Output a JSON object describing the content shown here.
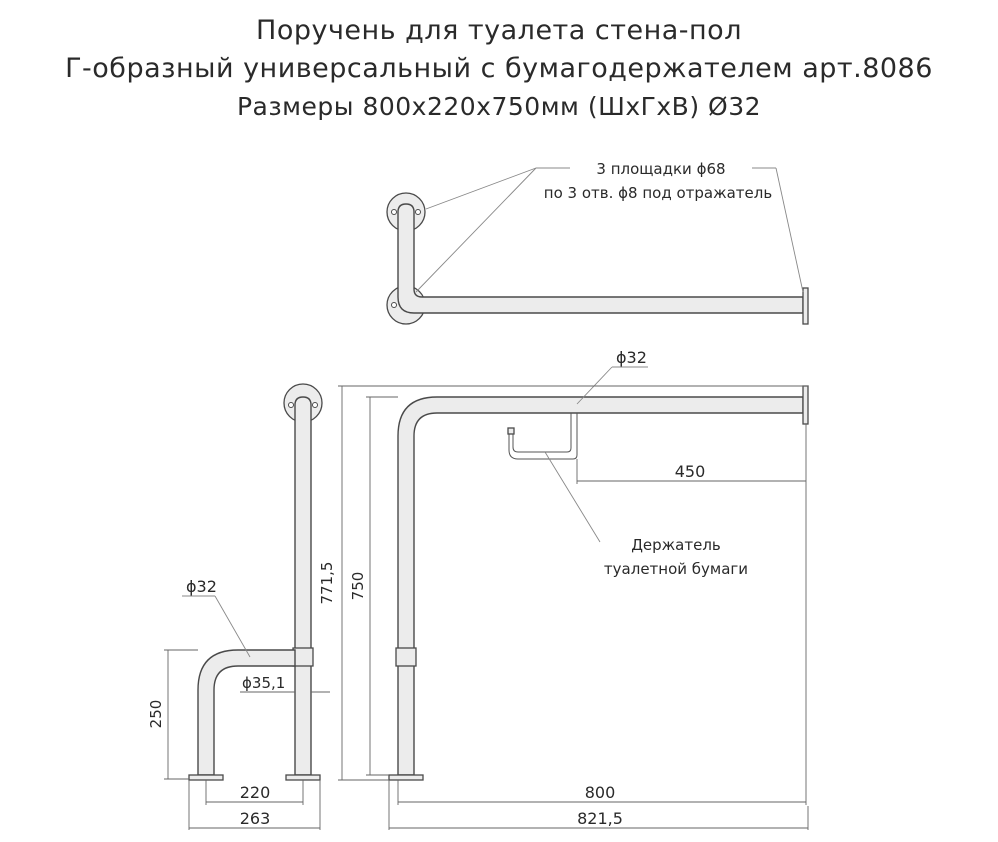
{
  "title": {
    "line1": "Поручень для туалета стена-пол",
    "line2": "Г-образный универсальный  с бумагодержателем арт.8086",
    "line3": "Размеры 800х220х750мм (ШхГхВ) Ø32"
  },
  "notes": {
    "pads_line1": "3 площадки ϕ68",
    "pads_line2": "по 3 отв. ϕ8 под отражатель",
    "holder_line1": "Держатель",
    "holder_line2": "туалетной бумаги"
  },
  "dimensions": {
    "diameter_front": "ϕ32",
    "diameter_side": "ϕ32",
    "diameter_sleeve": "ϕ35,1",
    "height_771": "771,5",
    "height_750": "750",
    "height_250": "250",
    "depth_220": "220",
    "depth_263": "263",
    "width_800": "800",
    "width_821": "821,5",
    "holder_450": "450"
  }
}
